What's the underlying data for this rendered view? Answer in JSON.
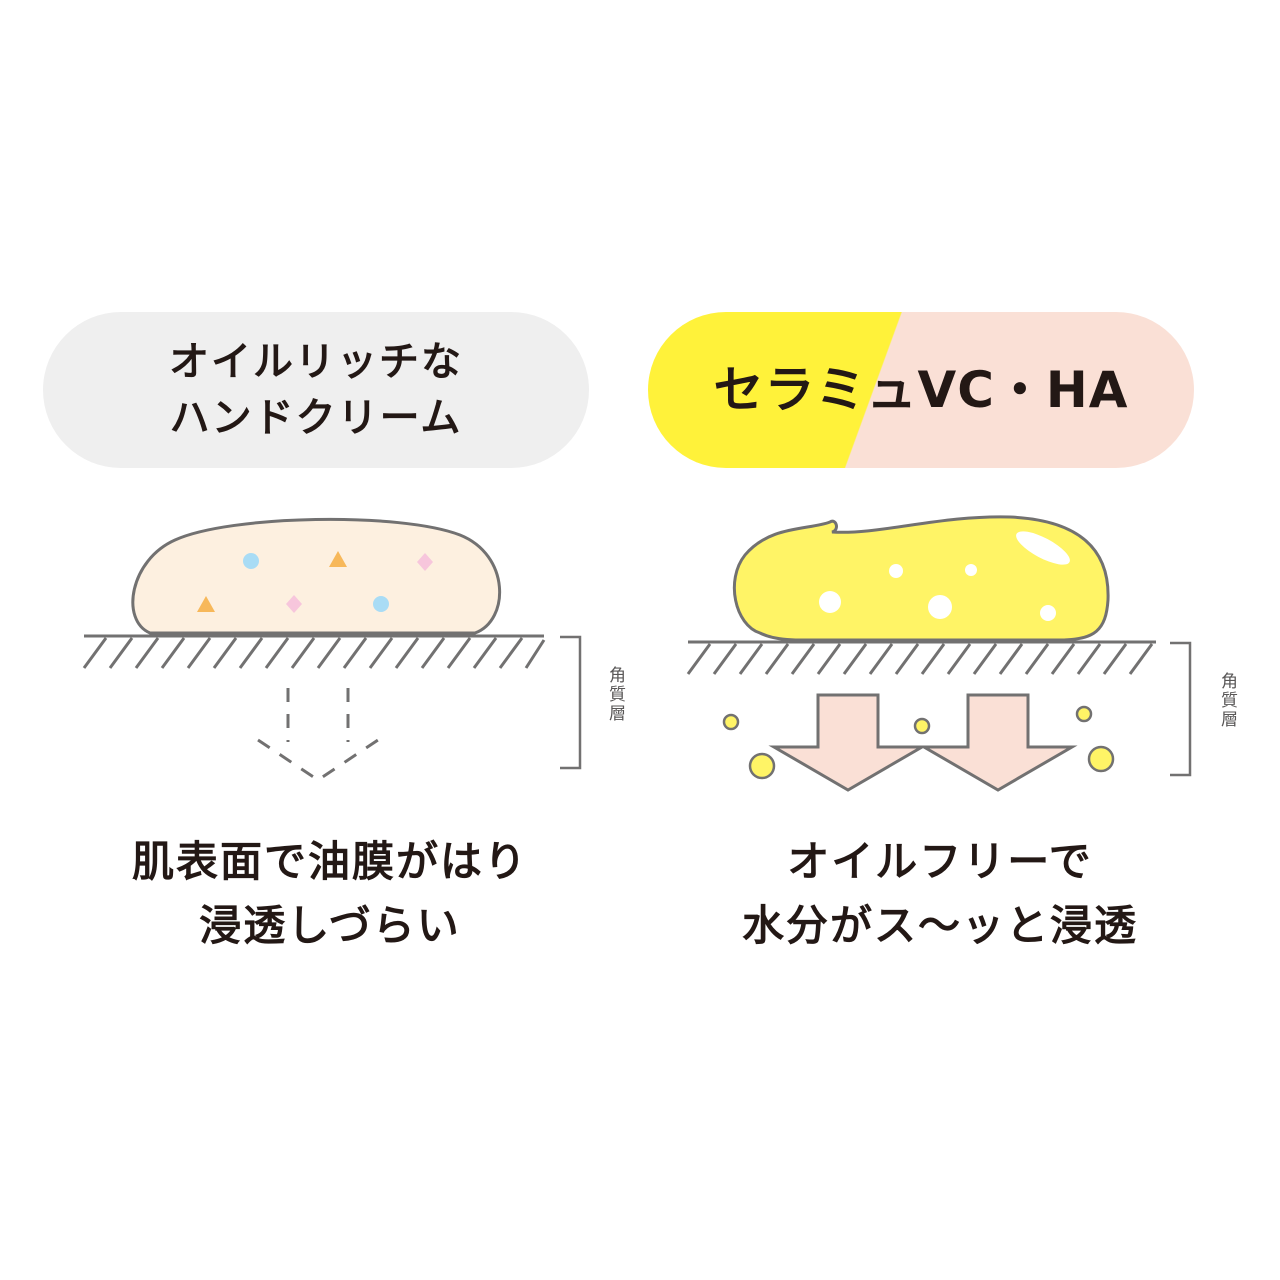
{
  "left": {
    "pill_lines": [
      "オイルリッチな",
      "ハンドクリーム"
    ],
    "layer_label": "角質層",
    "caption_lines": [
      "肌表面で油膜がはり",
      "浸透しづらい"
    ],
    "colors": {
      "pill": "#efefef",
      "cream": "#fdf0e0"
    }
  },
  "right": {
    "pill_text": "セラミュVC・HA",
    "layer_label": "角質層",
    "caption_lines": [
      "オイルフリーで",
      "水分がス〜ッと浸透"
    ],
    "colors": {
      "pill_left": "#fff23a",
      "pill_right": "#fae0d6",
      "gel": "#fff466",
      "arrow": "#fae0d6"
    }
  }
}
